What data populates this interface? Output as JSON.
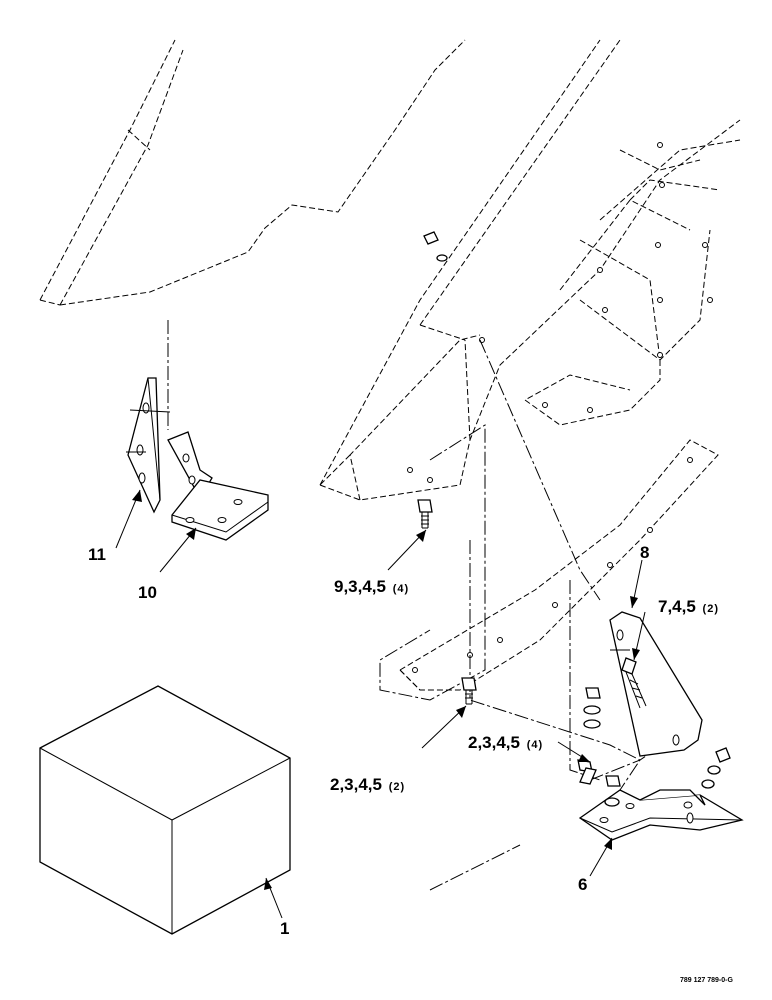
{
  "callouts": [
    {
      "id": "c11",
      "main": "11",
      "qty": ""
    },
    {
      "id": "c10",
      "main": "10",
      "qty": ""
    },
    {
      "id": "c9",
      "main": "9,3,4,5",
      "qty": "(4)"
    },
    {
      "id": "c8",
      "main": "8",
      "qty": ""
    },
    {
      "id": "c7",
      "main": "7,4,5",
      "qty": "(2)"
    },
    {
      "id": "c2a",
      "main": "2,3,4,5",
      "qty": "(4)"
    },
    {
      "id": "c2b",
      "main": "2,3,4,5",
      "qty": "(2)"
    },
    {
      "id": "c6",
      "main": "6",
      "qty": ""
    },
    {
      "id": "c1",
      "main": "1",
      "qty": ""
    }
  ],
  "reference_code": "789 127 789-0-G"
}
